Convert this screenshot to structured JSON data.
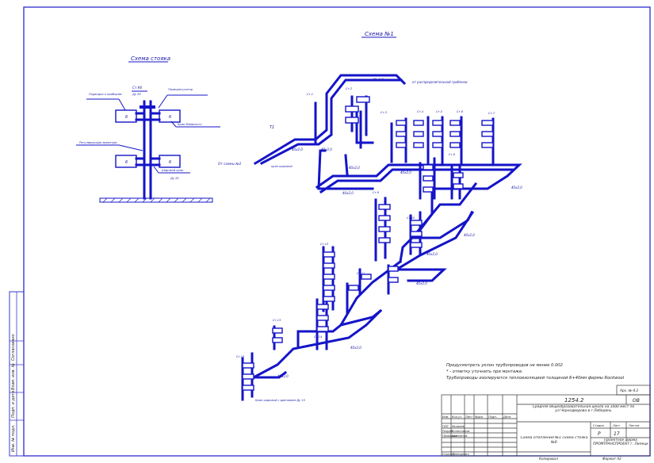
{
  "labels": {
    "scheme_title": "Схема №1",
    "riser_title": "Схема стояка",
    "riser_notes": [
      "Подводка к приборам",
      "Кран Маевского",
      "Терморегулятор",
      "Шаровой кран",
      "Регулирующая арматура",
      "Ст.Кб",
      "Ду 20",
      "Ду 20",
      "Ст.2"
    ],
    "from_distribution": "от распределительной гребенки",
    "pipe_sizes": [
      "40х2,0",
      "40х2,0",
      "40х2,0",
      "40х2,0",
      "40х2,0",
      "40х2,0",
      "40х2,0",
      "40х2,0",
      "40х2,0",
      "40х2,0",
      "40х2,0",
      "40х2,0"
    ],
    "from_scheme2": "От схемы №2",
    "tap_label": "кран шаровой",
    "tap_bottom": "Кран шаровой с дренажем Ду 15",
    "riser_tags": [
      "Ст.1",
      "Ст.2",
      "Ст.3",
      "Ст.4",
      "Ст.5",
      "Ст.6",
      "Ст.7",
      "Ст.8",
      "Ст.9",
      "Ст.10",
      "Ст.11",
      "Ст.12",
      "Ст.13",
      "Ст.14",
      "Ст.15"
    ],
    "t1": "Т1"
  },
  "notes": [
    "Предусмотреть уклон трубопроводов не менее 0.002",
    "* - отметку уточнить при монтаже.",
    "Трубопроводы изолируются теплоизоляцией толщиной 6+40мм фирмы Rockwool"
  ],
  "title_block": {
    "format_small": "Арх. №-4.2",
    "code": "1254.2",
    "sheet_code": "ОВ",
    "project_name": "Средняя общеобразовательная школа на 1000 мест по ул.Чернодворова в г.Лебедянь",
    "stage_label": "Стадия",
    "sheet_label": "Лист",
    "sheets_label": "Листов",
    "stage": "Р",
    "sheet": "17",
    "drawing_name": "Схема отопления №1 схема стояка №6",
    "org": "Проектное фирма ПРОМТРАНСПРОЕКТ г. Липецк",
    "format": "Формат  А2",
    "copied": "Копировал",
    "roles": [
      "Изм.",
      "Кол.уч",
      "Лист",
      "№док",
      "Подп.",
      "Дата"
    ],
    "people": [
      [
        "ГИП",
        "Яковлев"
      ],
      [
        "Разраб.",
        "Колесников"
      ],
      [
        "Проверил",
        "Шахматов"
      ],
      [
        "Н.контр.",
        "Лепещенко"
      ]
    ]
  },
  "side_stamp": [
    "Согласовано",
    "Взам. инв. №",
    "Подп. и дата",
    "Инв. № подл."
  ]
}
